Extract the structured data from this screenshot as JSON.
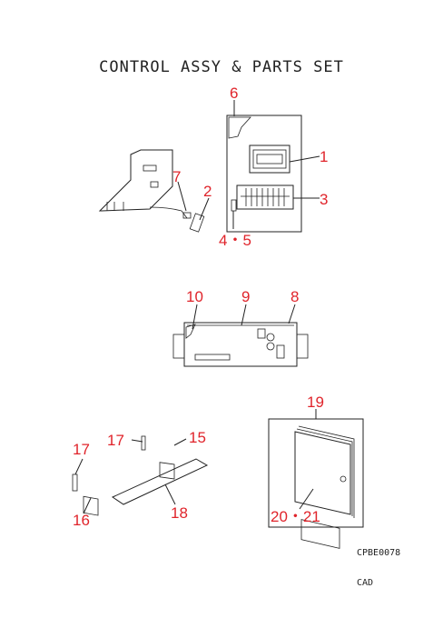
{
  "title": "CONTROL ASSY & PARTS SET",
  "callouts": {
    "c1": "1",
    "c2": "2",
    "c3": "3",
    "c45": "4・5",
    "c6": "6",
    "c7": "7",
    "c8": "8",
    "c9": "9",
    "c10": "10",
    "c15": "15",
    "c16": "16",
    "c17a": "17",
    "c17b": "17",
    "c18": "18",
    "c19": "19",
    "c2021": "20・21"
  },
  "codes": {
    "drawing": "CPBE0078",
    "cad": "CAD"
  }
}
